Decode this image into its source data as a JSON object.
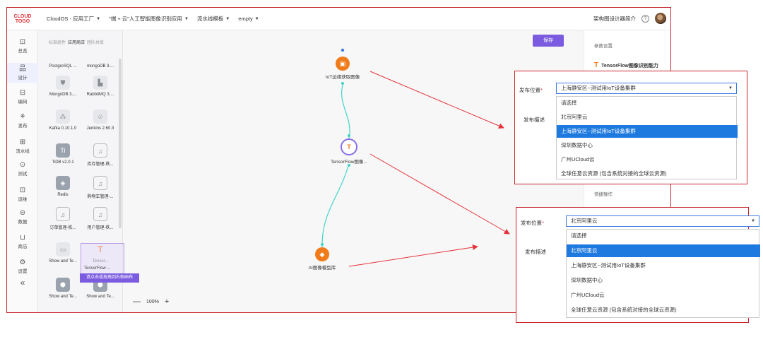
{
  "logo": {
    "line1": "CLOUD",
    "line2": "TOGO"
  },
  "topbar": {
    "menus": [
      {
        "label": "CloudOS - 应用工厂"
      },
      {
        "label": "\"端 + 云\"人工智能图像识别应用"
      },
      {
        "label": "流水线模板"
      },
      {
        "label": "empty"
      }
    ],
    "right_link": "架构图设计器简介",
    "help_icon": "?"
  },
  "rail": {
    "items": [
      {
        "label": "总览",
        "icon": "⊡"
      },
      {
        "label": "设计",
        "icon": "品"
      },
      {
        "label": "编码",
        "icon": "⊟"
      },
      {
        "label": "发布",
        "icon": "⚘"
      },
      {
        "label": "流水线",
        "icon": "⊞"
      },
      {
        "label": "测试",
        "icon": "⊙"
      },
      {
        "label": "运维",
        "icon": "⊡"
      },
      {
        "label": "数据",
        "icon": "⊜"
      },
      {
        "label": "商店",
        "icon": "⊔"
      },
      {
        "label": "设置",
        "icon": "⚙"
      }
    ],
    "collapse": "«"
  },
  "palette": {
    "tabs": [
      "标准组件",
      "应用商店",
      "团队共享"
    ],
    "components": [
      {
        "label": "PostgreSQL ...",
        "icon": ""
      },
      {
        "label": "mongoDB 3....",
        "icon": ""
      },
      {
        "label": "MongoDB 3....",
        "icon": "⛊"
      },
      {
        "label": "RabbitMQ 3....",
        "icon": "▙"
      },
      {
        "label": "Kafka 0.10.1.0",
        "icon": "⁂"
      },
      {
        "label": "Jenkins 2.60.3",
        "icon": "☺"
      },
      {
        "label": "TiDB v2.0.1",
        "icon": "Ti"
      },
      {
        "label": "库存管理-秩...",
        "icon": "♫"
      },
      {
        "label": "Redis",
        "icon": "◈"
      },
      {
        "label": "购物车管理-...",
        "icon": "♫"
      },
      {
        "label": "订单管理-秩...",
        "icon": "♫"
      },
      {
        "label": "用户管理-秩...",
        "icon": "♫"
      },
      {
        "label": "Show and Te...",
        "icon": "▭"
      },
      {
        "label": "Tensor...",
        "icon": "T"
      },
      {
        "label": "Show and Te...",
        "icon": "⬢"
      },
      {
        "label": "Show and Te...",
        "icon": "⬢"
      }
    ],
    "drag_label": "TensorFlow ...",
    "tooltip": "请点击或拖拽到右侧画布"
  },
  "canvas": {
    "save_label": "保存",
    "zoom_level": "100%",
    "zoom_minus": "—",
    "zoom_plus": "+",
    "nodes": [
      {
        "label": "IoT边缘获取图像",
        "icon": "▣",
        "color": "#f07b1a"
      },
      {
        "label": "TensorFlow图像...",
        "icon": "T",
        "color": "#f07b1a"
      },
      {
        "label": "AI图像模型库",
        "icon": "◆",
        "color": "#f07b1a"
      }
    ]
  },
  "right_panel": {
    "title": "参数设置",
    "component_name": "TensorFlow图像识别能力",
    "quick_ops": "快捷操作"
  },
  "callout1": {
    "field_label": "发布位置",
    "required_mark": "*",
    "desc_label": "发布描述",
    "selected": "上海静安区--测试用IoT设备集群",
    "options": [
      "请选择",
      "北京阿里云",
      "上海静安区--测试用IoT设备集群",
      "深圳数据中心",
      "广州UCloud云",
      "全球任意云资源 (包含系统对接的全球云资源)"
    ],
    "highlight_index": 2
  },
  "callout2": {
    "field_label": "发布位置",
    "required_mark": "*",
    "desc_label": "发布描述",
    "selected": "北京阿里云",
    "options": [
      "请选择",
      "北京阿里云",
      "上海静安区--测试用IoT设备集群",
      "深圳数据中心",
      "广州UCloud云",
      "全球任意云资源 (包含系统对接的全球云资源)"
    ],
    "highlight_index": 1
  },
  "colors": {
    "accent": "#7b5ce0",
    "highlight": "#1f7ae0",
    "callout_border": "#c9252c",
    "edge": "#3fd6c8"
  }
}
